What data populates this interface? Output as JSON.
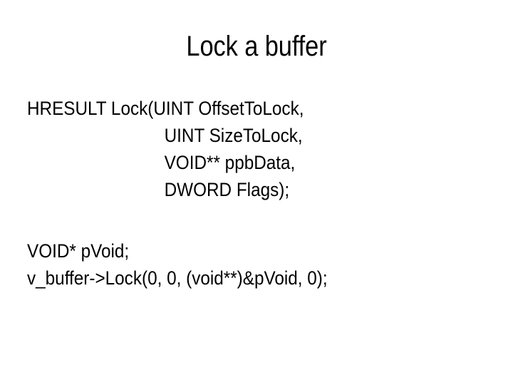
{
  "slide": {
    "title": "Lock a buffer",
    "background_color": "#FFFFFF",
    "text_color": "#000000",
    "signature_block": {
      "lines": [
        {
          "text": "HRESULT Lock(UINT OffsetToLock,",
          "indented": false
        },
        {
          "text": "UINT SizeToLock,",
          "indented": true
        },
        {
          "text": "VOID** ppbData,",
          "indented": true
        },
        {
          "text": "DWORD Flags);",
          "indented": true
        }
      ]
    },
    "blank_separator": " ",
    "usage_block": {
      "lines": [
        {
          "text": "VOID* pVoid;",
          "indented": false
        },
        {
          "text": "v_buffer->Lock(0, 0, (void**)&pVoid, 0);",
          "indented": false
        }
      ]
    }
  }
}
